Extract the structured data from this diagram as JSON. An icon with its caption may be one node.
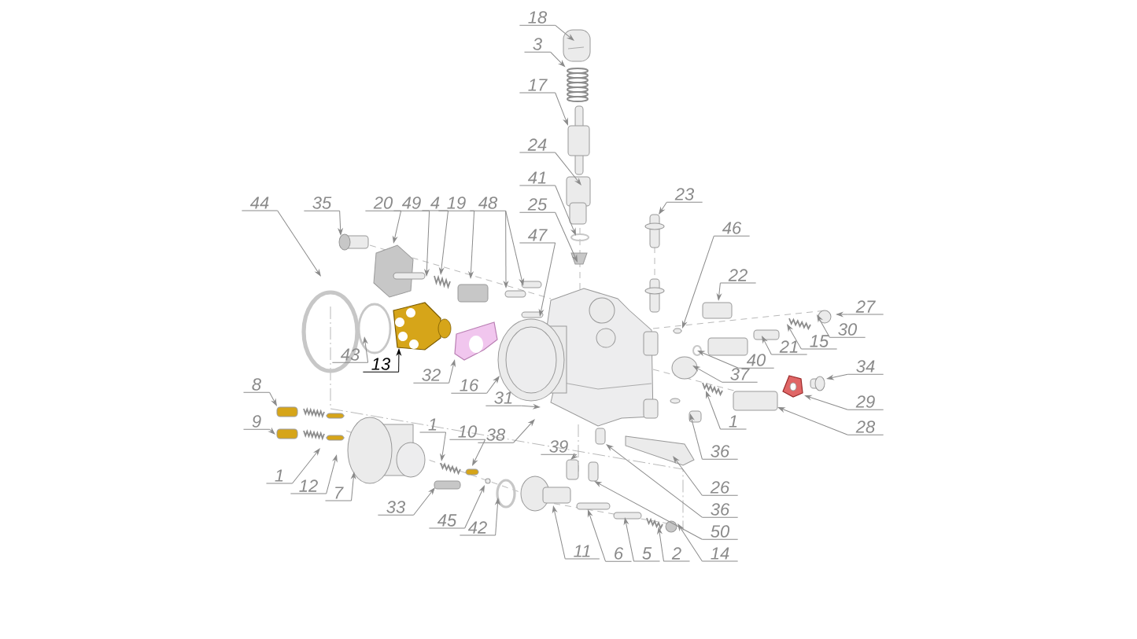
{
  "diagram": {
    "nodes": [
      {
        "text": [
          "18"
        ]
      },
      {
        "text": [
          "3"
        ]
      },
      {
        "text": [
          "17"
        ]
      },
      {
        "text": [
          "24"
        ]
      },
      {
        "text": [
          "41"
        ]
      },
      {
        "text": [
          "23"
        ]
      },
      {
        "text": [
          "44"
        ]
      },
      {
        "text": [
          "35"
        ]
      },
      {
        "text": [
          "20"
        ]
      },
      {
        "text": [
          "49"
        ]
      },
      {
        "text": [
          "4"
        ]
      },
      {
        "text": [
          "19"
        ]
      },
      {
        "text": [
          "48"
        ]
      },
      {
        "text": [
          "25"
        ]
      },
      {
        "text": [
          "46"
        ]
      },
      {
        "text": [
          "47"
        ]
      },
      {
        "text": [
          "22"
        ]
      },
      {
        "text": [
          "27"
        ]
      },
      {
        "text": [
          "30"
        ]
      },
      {
        "text": [
          "15"
        ]
      },
      {
        "text": [
          "21"
        ]
      },
      {
        "text": [
          "43"
        ]
      },
      {
        "text": [
          "40"
        ]
      },
      {
        "text": [
          "13"
        ]
      },
      {
        "text": [
          "34"
        ]
      },
      {
        "text": [
          "37"
        ]
      },
      {
        "text": [
          "32"
        ]
      },
      {
        "text": [
          "8"
        ]
      },
      {
        "text": [
          "16"
        ]
      },
      {
        "text": [
          "31"
        ]
      },
      {
        "text": [
          "29"
        ]
      },
      {
        "text": [
          "9"
        ]
      },
      {
        "text": [
          "1"
        ]
      },
      {
        "text": [
          "1"
        ]
      },
      {
        "text": [
          "28"
        ]
      },
      {
        "text": [
          "10"
        ]
      },
      {
        "text": [
          "38"
        ]
      },
      {
        "text": [
          "39"
        ]
      },
      {
        "text": [
          "36"
        ]
      },
      {
        "text": [
          "1"
        ]
      },
      {
        "text": [
          "12"
        ]
      },
      {
        "text": [
          "26"
        ]
      },
      {
        "text": [
          "7"
        ]
      },
      {
        "text": [
          "33"
        ]
      },
      {
        "text": [
          "36"
        ]
      },
      {
        "text": [
          "45"
        ]
      },
      {
        "text": [
          "42"
        ]
      },
      {
        "text": [
          "50"
        ]
      },
      {
        "text": [
          "11"
        ]
      },
      {
        "text": [
          "6"
        ]
      },
      {
        "text": [
          "5"
        ]
      },
      {
        "text": [
          "2"
        ]
      },
      {
        "text": [
          "14"
        ]
      },
      {
        "text": [],
        "shape": "spring"
      }
    ],
    "edges": [
      {
        "from": 0,
        "to": null,
        "arrow": "to"
      },
      {
        "from": 1,
        "to": 53,
        "arrow": "to"
      },
      {
        "from": 2,
        "to": null,
        "arrow": "to"
      },
      {
        "from": 3,
        "to": null,
        "arrow": "to"
      },
      {
        "from": 4,
        "to": null,
        "arrow": "to"
      },
      {
        "from": 5,
        "to": null,
        "arrow": "to"
      },
      {
        "from": 6,
        "to": null,
        "arrow": "to"
      },
      {
        "from": 7,
        "to": null,
        "arrow": "to"
      },
      {
        "from": 8,
        "to": null,
        "arrow": "to"
      },
      {
        "from": 9,
        "to": null,
        "arrow": "to"
      },
      {
        "from": 10,
        "to": null,
        "arrow": "to"
      },
      {
        "from": 11,
        "to": null,
        "arrow": "to"
      },
      {
        "from": 12,
        "to": null,
        "arrow": "to"
      },
      {
        "from": 12,
        "to": null,
        "arrow": "to"
      },
      {
        "from": 13,
        "to": null,
        "arrow": "to"
      },
      {
        "from": 14,
        "to": null,
        "arrow": "to"
      },
      {
        "from": 15,
        "to": null,
        "arrow": "to"
      },
      {
        "from": 16,
        "to": null,
        "arrow": "to"
      },
      {
        "from": 17,
        "to": null,
        "arrow": "to"
      },
      {
        "from": 18,
        "to": null,
        "arrow": "to"
      },
      {
        "from": 19,
        "to": null,
        "arrow": "to"
      },
      {
        "from": 20,
        "to": null,
        "arrow": "to"
      },
      {
        "from": 21,
        "to": null,
        "arrow": "to"
      },
      {
        "from": 22,
        "to": null,
        "arrow": "to"
      },
      {
        "from": 23,
        "to": null,
        "arrow": "to",
        "color": "#000000"
      },
      {
        "from": 24,
        "to": null,
        "arrow": "to"
      },
      {
        "from": 25,
        "to": null,
        "arrow": "to"
      },
      {
        "from": 26,
        "to": null,
        "arrow": "to"
      },
      {
        "from": 27,
        "to": null,
        "arrow": "to"
      },
      {
        "from": 28,
        "to": null,
        "arrow": "to"
      },
      {
        "from": 29,
        "to": null,
        "arrow": "to"
      },
      {
        "from": 30,
        "to": null,
        "arrow": "to"
      },
      {
        "from": 31,
        "to": null,
        "arrow": "to"
      },
      {
        "from": 32,
        "to": null,
        "arrow": "to"
      },
      {
        "from": 33,
        "to": null,
        "arrow": "to"
      },
      {
        "from": 34,
        "to": null,
        "arrow": "to"
      },
      {
        "from": 35,
        "to": null,
        "arrow": "to"
      },
      {
        "from": 36,
        "to": null,
        "arrow": "to"
      },
      {
        "from": 37,
        "to": null,
        "arrow": "to"
      },
      {
        "from": 38,
        "to": null,
        "arrow": "to"
      },
      {
        "from": 39,
        "to": null,
        "arrow": "to"
      },
      {
        "from": 40,
        "to": null,
        "arrow": "to"
      },
      {
        "from": 41,
        "to": null,
        "arrow": "to"
      },
      {
        "from": 42,
        "to": null,
        "arrow": "to"
      },
      {
        "from": 43,
        "to": null,
        "arrow": "to"
      },
      {
        "from": 44,
        "to": null,
        "arrow": "to"
      },
      {
        "from": 45,
        "to": null,
        "arrow": "to"
      },
      {
        "from": 46,
        "to": null,
        "arrow": "to"
      },
      {
        "from": 47,
        "to": null,
        "arrow": "to"
      },
      {
        "from": 48,
        "to": null,
        "arrow": "to"
      },
      {
        "from": 49,
        "to": null,
        "arrow": "to"
      },
      {
        "from": 50,
        "to": null,
        "arrow": "to"
      },
      {
        "from": 51,
        "to": null,
        "arrow": "to"
      },
      {
        "from": 52,
        "to": null,
        "arrow": "to"
      }
    ]
  }
}
